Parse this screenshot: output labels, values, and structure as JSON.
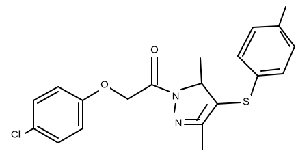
{
  "molecule": {
    "atoms": {
      "chlorine": "Cl",
      "ether_oxygen": "O",
      "carbonyl_oxygen": "O",
      "pyrazole_n1": "N",
      "pyrazole_n2": "N",
      "sulfur": "S"
    }
  },
  "colors": {
    "bond": "#000000",
    "background": "#ffffff"
  }
}
